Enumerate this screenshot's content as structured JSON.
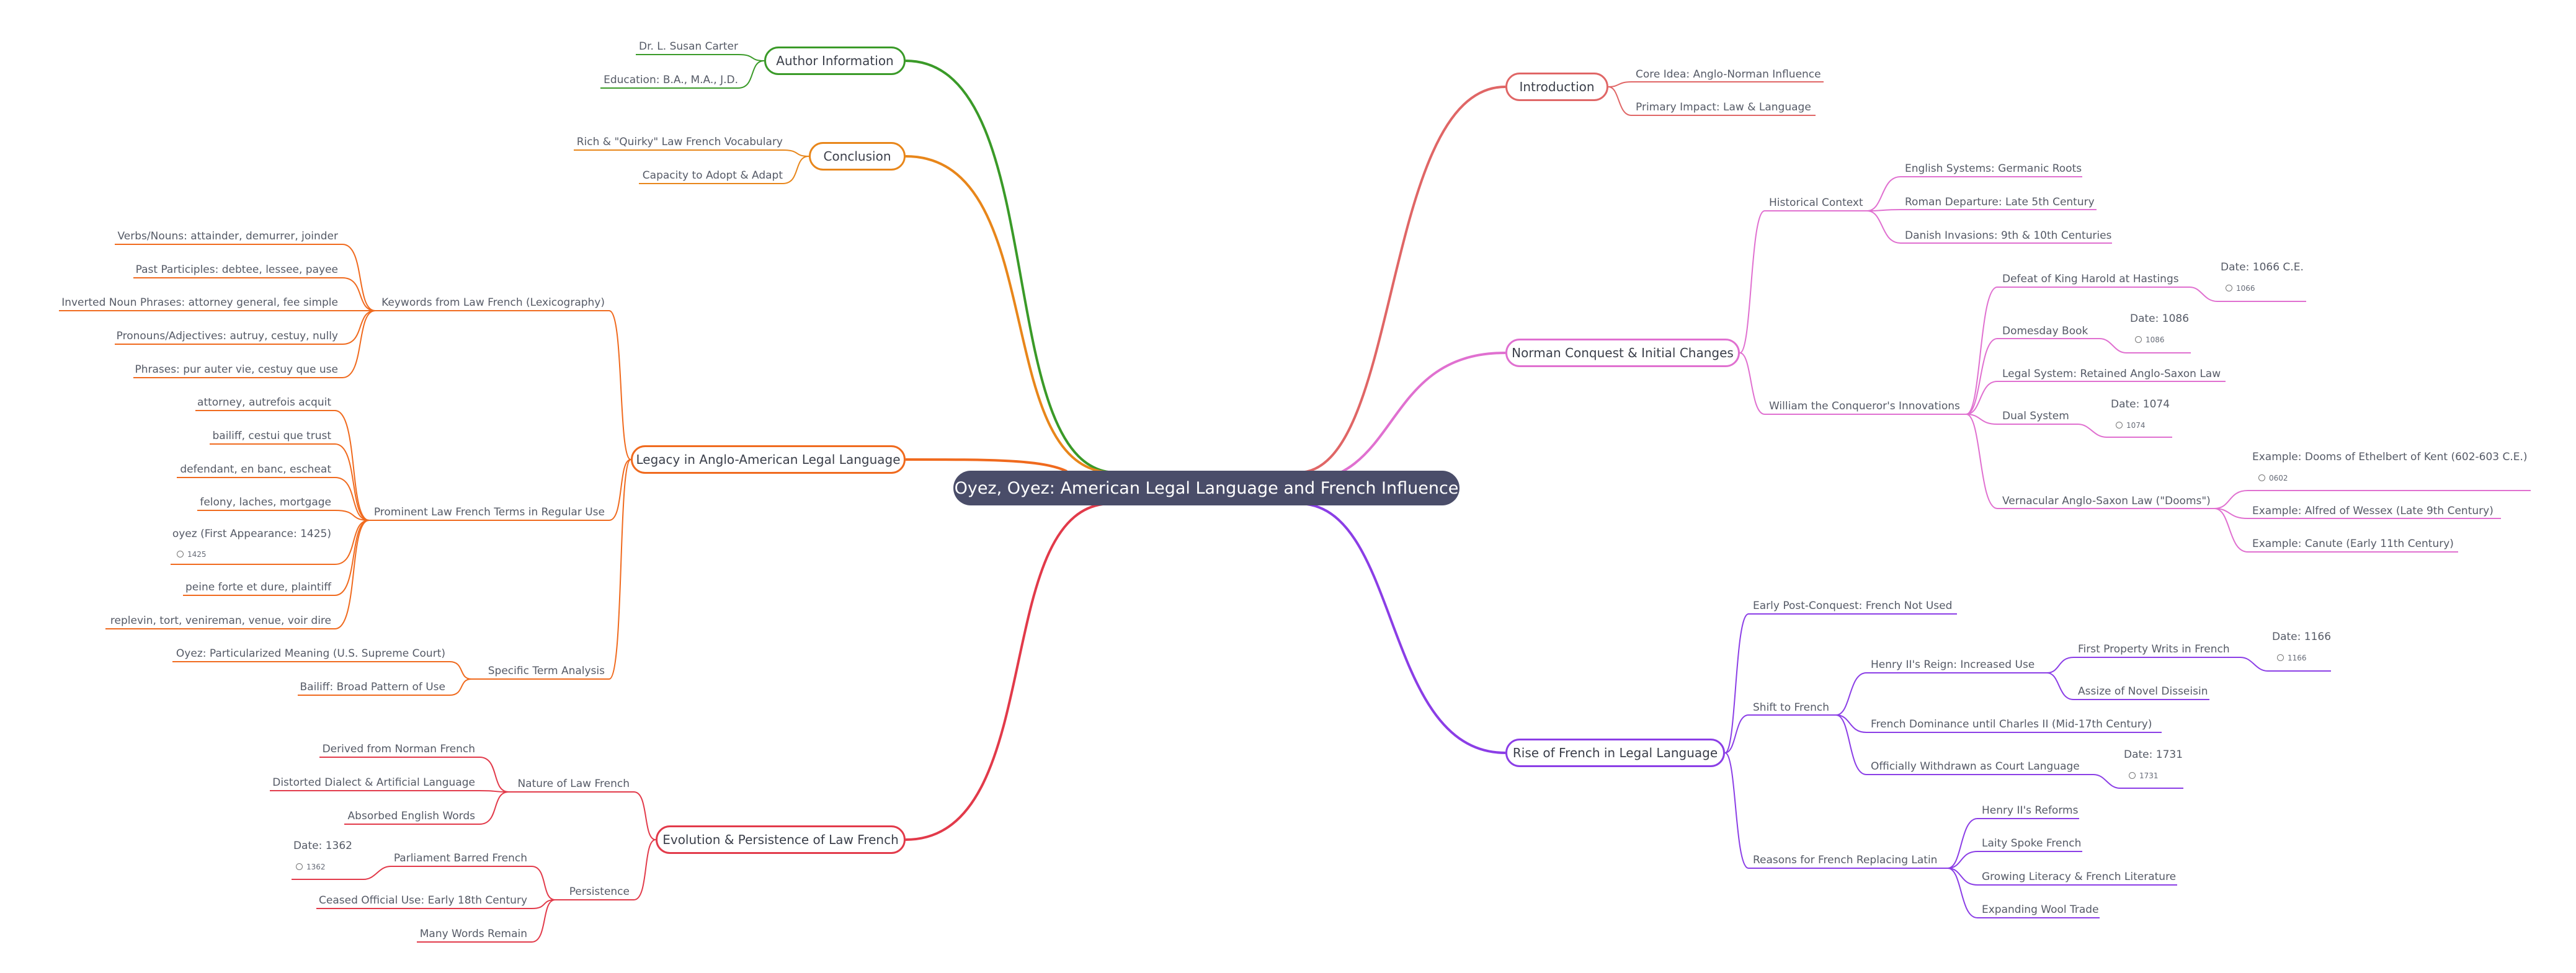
{
  "root": "Oyez, Oyez: American Legal Language and French Influence",
  "branches": {
    "introduction": {
      "title": "Introduction",
      "color": "#e06666",
      "items": [
        "Core Idea: Anglo-Norman Influence",
        "Primary Impact: Law & Language"
      ]
    },
    "norman": {
      "title": "Norman Conquest & Initial Changes",
      "color": "#e070d0",
      "historical_context": {
        "label": "Historical Context",
        "items": [
          "English Systems: Germanic Roots",
          "Roman Departure: Late 5th Century",
          "Danish Invasions: 9th & 10th Centuries"
        ]
      },
      "william": {
        "label": "William the Conqueror's Innovations",
        "hastings": {
          "label": "Defeat of King Harold at Hastings",
          "date": "Date: 1066 C.E.",
          "badge": "1066"
        },
        "domesday": {
          "label": "Domesday Book",
          "date": "Date: 1086",
          "badge": "1086"
        },
        "legal": "Legal System: Retained Anglo-Saxon Law",
        "dual": {
          "label": "Dual System",
          "date": "Date: 1074",
          "badge": "1074"
        },
        "vernacular": {
          "label": "Vernacular Anglo-Saxon Law (\"Dooms\")",
          "ex1": "Example: Dooms of Ethelbert of Kent (602-603 C.E.)",
          "ex1_badge": "0602",
          "ex2": "Example: Alfred of Wessex (Late 9th Century)",
          "ex3": "Example: Canute (Early 11th Century)"
        }
      }
    },
    "rise": {
      "title": "Rise of French in Legal Language",
      "color": "#8b3ee6",
      "early": "Early Post-Conquest: French Not Used",
      "shift": {
        "label": "Shift to French",
        "henry": {
          "label": "Henry II's Reign: Increased Use",
          "writs": {
            "label": "First Property Writs in French",
            "date": "Date: 1166",
            "badge": "1166"
          },
          "assize": "Assize of Novel Disseisin"
        },
        "dominance": "French Dominance until Charles II (Mid-17th Century)",
        "withdrawn": {
          "label": "Officially Withdrawn as Court Language",
          "date": "Date: 1731",
          "badge": "1731"
        }
      },
      "reasons": {
        "label": "Reasons for French Replacing Latin",
        "items": [
          "Henry II's Reforms",
          "Laity Spoke French",
          "Growing Literacy & French Literature",
          "Expanding Wool Trade"
        ]
      }
    },
    "author": {
      "title": "Author Information",
      "color": "#3a9a28",
      "items": [
        "Dr. L. Susan Carter",
        "Education: B.A., M.A., J.D."
      ]
    },
    "conclusion": {
      "title": "Conclusion",
      "color": "#e8861a",
      "items": [
        "Rich & \"Quirky\" Law French Vocabulary",
        "Capacity to Adopt & Adapt"
      ]
    },
    "legacy": {
      "title": "Legacy in Anglo-American Legal Language",
      "color": "#f06a1e",
      "keywords": {
        "label": "Keywords from Law French (Lexicography)",
        "items": [
          "Verbs/Nouns: attainder, demurrer, joinder",
          "Past Participles: debtee, lessee, payee",
          "Inverted Noun Phrases: attorney general, fee simple",
          "Pronouns/Adjectives: autruy, cestuy, nully",
          "Phrases: pur auter vie, cestuy que use"
        ]
      },
      "prominent": {
        "label": "Prominent Law French Terms in Regular Use",
        "items": [
          "attorney, autrefois acquit",
          "bailiff, cestui que trust",
          "defendant, en banc, escheat",
          "felony, laches, mortgage",
          "oyez (First Appearance: 1425)",
          "peine forte et dure, plaintiff",
          "replevin, tort, venireman, venue, voir dire"
        ],
        "oyez_badge": "1425"
      },
      "specific": {
        "label": "Specific Term Analysis",
        "items": [
          "Oyez: Particularized Meaning (U.S. Supreme Court)",
          "Bailiff: Broad Pattern of Use"
        ]
      }
    },
    "evolution": {
      "title": "Evolution & Persistence of Law French",
      "color": "#e23a4a",
      "nature": {
        "label": "Nature of Law French",
        "items": [
          "Derived from Norman French",
          "Distorted Dialect & Artificial Language",
          "Absorbed English Words"
        ]
      },
      "persistence": {
        "label": "Persistence",
        "parliament": {
          "label": "Parliament Barred French",
          "date": "Date: 1362",
          "badge": "1362"
        },
        "ceased": "Ceased Official Use: Early 18th Century",
        "many": "Many Words Remain"
      }
    }
  }
}
